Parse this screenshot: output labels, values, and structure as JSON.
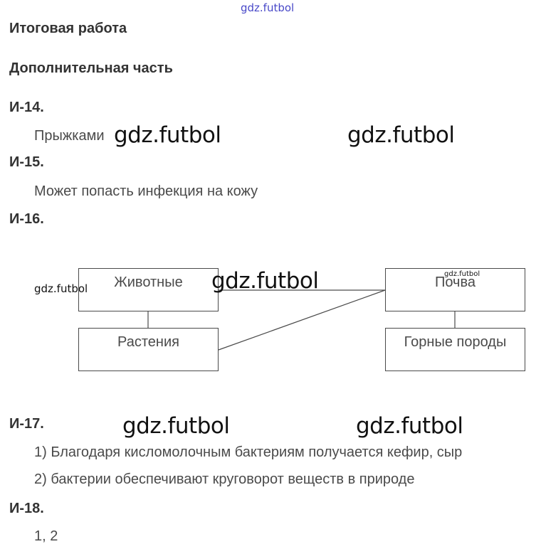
{
  "watermark": "gdz.futbol",
  "title": "Итоговая работа",
  "subtitle": "Дополнительная часть",
  "questions": {
    "q14": {
      "label": "И-14.",
      "answer": "Прыжками"
    },
    "q15": {
      "label": "И-15.",
      "answer": "Может попасть инфекция на кожу"
    },
    "q16": {
      "label": "И-16.",
      "diagram": {
        "animals": "Животные",
        "plants": "Растения",
        "soil": "Почва",
        "rocks": "Горные породы"
      }
    },
    "q17": {
      "label": "И-17.",
      "answers": [
        "1) Благодаря кисломолочным бактериям получается кефир, сыр",
        "2) бактерии обеспечивают круговорот веществ в природе"
      ]
    },
    "q18": {
      "label": "И-18.",
      "answer": "1, 2"
    }
  },
  "colors": {
    "text": "#333333",
    "watermark_top": "#4848c8",
    "box_border": "#4a4a4a"
  }
}
